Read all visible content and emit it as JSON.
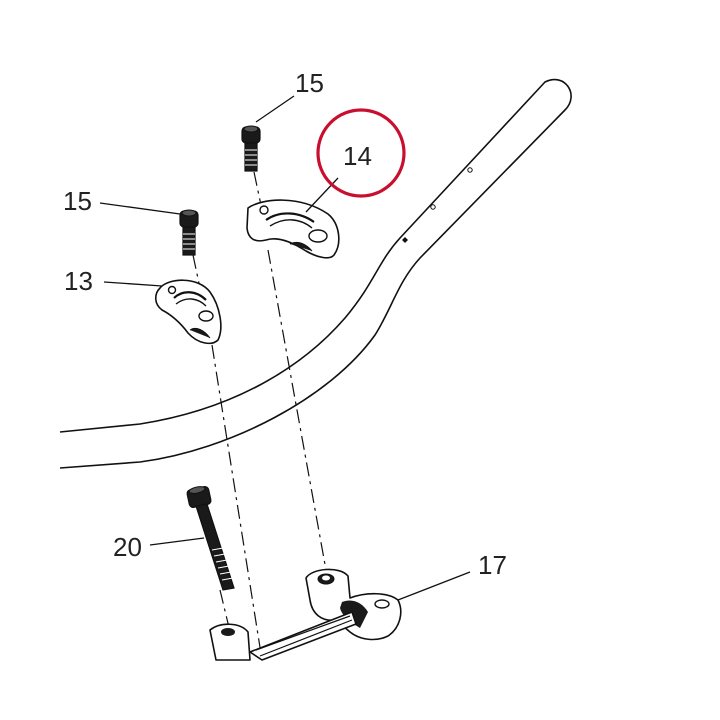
{
  "callouts": {
    "c15_top": "15",
    "c14": "14",
    "c15_left": "15",
    "c13": "13",
    "c20": "20",
    "c17": "17"
  },
  "colors": {
    "highlight_ring": "#c8102e",
    "ink": "#111111",
    "label": "#222222"
  }
}
